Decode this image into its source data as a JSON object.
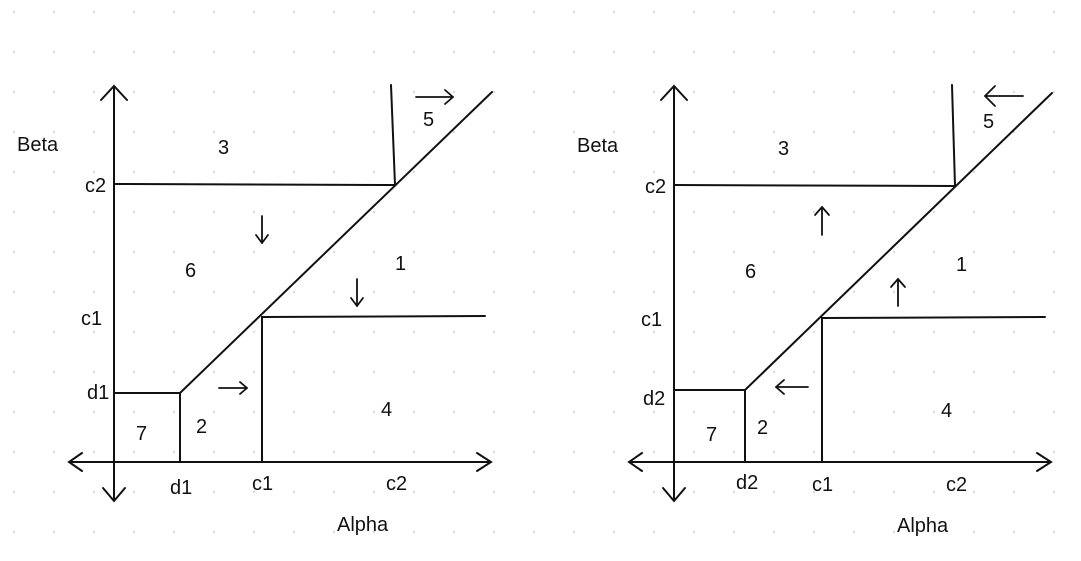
{
  "panels": [
    {
      "y_axis_label": "Beta",
      "x_axis_label": "Alpha",
      "y_ticks": {
        "c2": "c2",
        "c1": "c1",
        "d": "d1"
      },
      "x_ticks": {
        "d": "d1",
        "c1": "c1",
        "c2": "c2"
      },
      "regions": {
        "r1": "1",
        "r2": "2",
        "r3": "3",
        "r4": "4",
        "r5": "5",
        "r6": "6",
        "r7": "7"
      },
      "arrows": [
        {
          "region": "5",
          "direction": "right"
        },
        {
          "region": "6",
          "direction": "down"
        },
        {
          "region": "1",
          "direction": "down"
        },
        {
          "region": "2",
          "direction": "right"
        }
      ]
    },
    {
      "y_axis_label": "Beta",
      "x_axis_label": "Alpha",
      "y_ticks": {
        "c2": "c2",
        "c1": "c1",
        "d": "d2"
      },
      "x_ticks": {
        "d": "d2",
        "c1": "c1",
        "c2": "c2"
      },
      "regions": {
        "r1": "1",
        "r2": "2",
        "r3": "3",
        "r4": "4",
        "r5": "5",
        "r6": "6",
        "r7": "7"
      },
      "arrows": [
        {
          "region": "5",
          "direction": "left"
        },
        {
          "region": "6",
          "direction": "up"
        },
        {
          "region": "1",
          "direction": "up"
        },
        {
          "region": "2",
          "direction": "left"
        }
      ]
    }
  ]
}
